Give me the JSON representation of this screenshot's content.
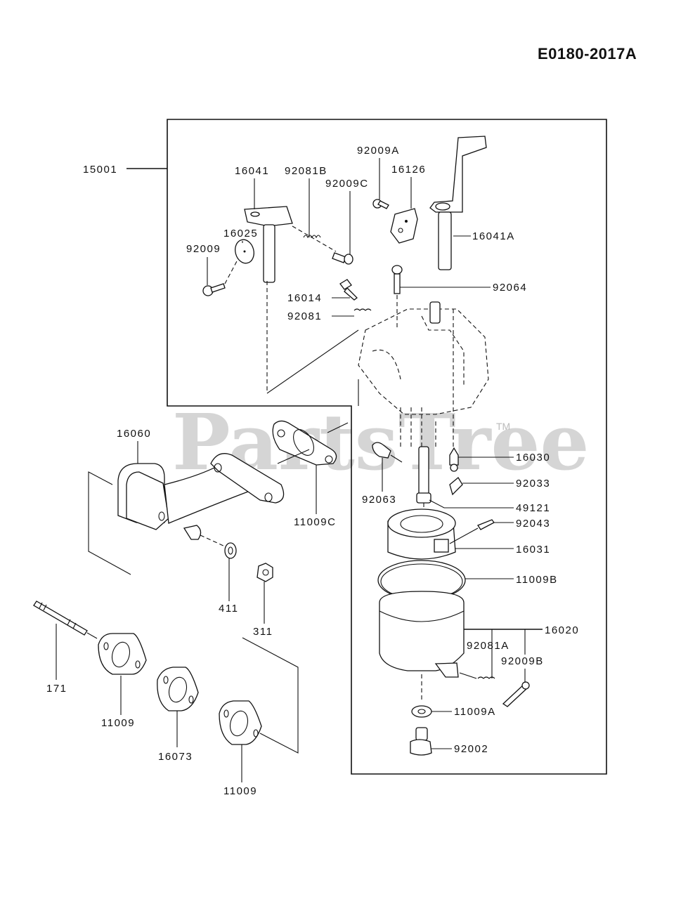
{
  "document": {
    "code": "E0180-2017A",
    "watermark": "PartsTree",
    "watermark_tm": "TM"
  },
  "parts": {
    "p15001": "15001",
    "p16041": "16041",
    "p92081B": "92081B",
    "p92009C": "92009C",
    "p92009A": "92009A",
    "p16126": "16126",
    "p16041A": "16041A",
    "p16025": "16025",
    "p92009": "92009",
    "p16014": "16014",
    "p92064": "92064",
    "p92081": "92081",
    "p16060": "16060",
    "p11009C": "11009C",
    "p16030": "16030",
    "p92033": "92033",
    "p92063": "92063",
    "p49121": "49121",
    "p92043": "92043",
    "p16031": "16031",
    "p11009B": "11009B",
    "p411": "411",
    "p311": "311",
    "p16020": "16020",
    "p92081A": "92081A",
    "p92009B": "92009B",
    "p171": "171",
    "p11009_a": "11009",
    "p16073": "16073",
    "p11009_b": "11009",
    "p11009A": "11009A",
    "p92002": "92002"
  }
}
